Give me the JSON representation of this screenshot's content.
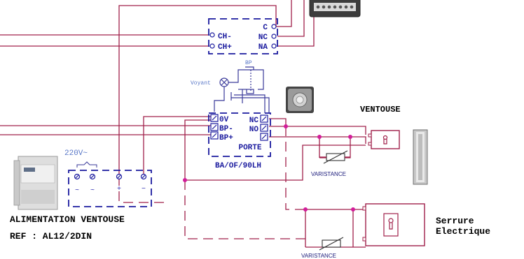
{
  "relay": {
    "left_terminals": [
      "CH-",
      "CH+"
    ],
    "right_terminals": [
      "C",
      "NC",
      "NA"
    ]
  },
  "bp_label": "BP",
  "voyant_label": "Voyant",
  "controller": {
    "left_terminals": [
      "0V",
      "BP-",
      "BP+"
    ],
    "right_terminals": [
      "NC",
      "NO"
    ],
    "porte_label": "PORTE",
    "model": "BA/OF/90LH"
  },
  "ventouse_label": "VENTOUSE",
  "varistance_label": "VARISTANCE",
  "varistance_label_2": "VARISTANCE",
  "voltage_label": "220V~",
  "psu_terminals": [
    "~",
    "~",
    "+",
    "−"
  ],
  "alimentation": {
    "line1": "ALIMENTATION VENTOUSE",
    "line2": "REF : AL12/2DIN"
  },
  "serrure": {
    "line1": "Serrure",
    "line2": "Electrique"
  },
  "colors": {
    "wire": "#a0204a",
    "box": "#1a1a9e",
    "node": "#d21d9a"
  }
}
